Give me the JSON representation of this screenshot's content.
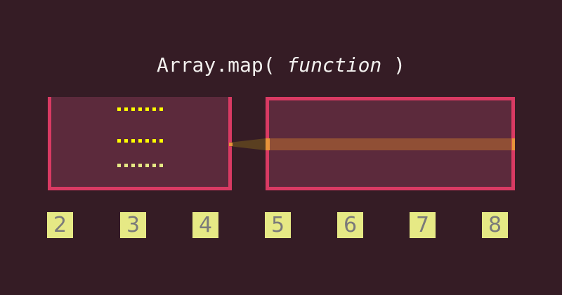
{
  "title": {
    "prefix": "Array.map( ",
    "arg": "function",
    "suffix": " )"
  },
  "numbers": [
    "2",
    "3",
    "4",
    "5",
    "6",
    "7",
    "8"
  ],
  "colors": {
    "background": "#351c25",
    "box_fill": "#5c2a3c",
    "box_border": "#d93a63",
    "tile": "#e6e985",
    "dot_bright": "#ffff00",
    "dot_pale": "#e6e985",
    "beam": "#e8943a"
  }
}
